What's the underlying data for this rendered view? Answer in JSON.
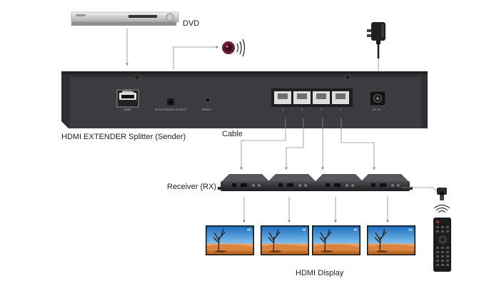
{
  "labels": {
    "dvd": "DVD",
    "sender": "HDMI EXTENDER Splitter (Sender)",
    "cable": "Cable",
    "receiver": "Receiver (RX)",
    "display": "HDMI Display"
  },
  "panel": {
    "input_tag": "INPUT",
    "hdmi_port": "HDMI",
    "ir_out": "IR EXTENDER OUTPUT",
    "reset": "RESET",
    "dc_in": "DC IN",
    "port_numbers": [
      "1",
      "2",
      "3",
      "4"
    ]
  },
  "colors": {
    "panel": "#333538",
    "arrow": "#8c8c8c",
    "sky": "#2f87cf",
    "sand": "#d9833c"
  }
}
